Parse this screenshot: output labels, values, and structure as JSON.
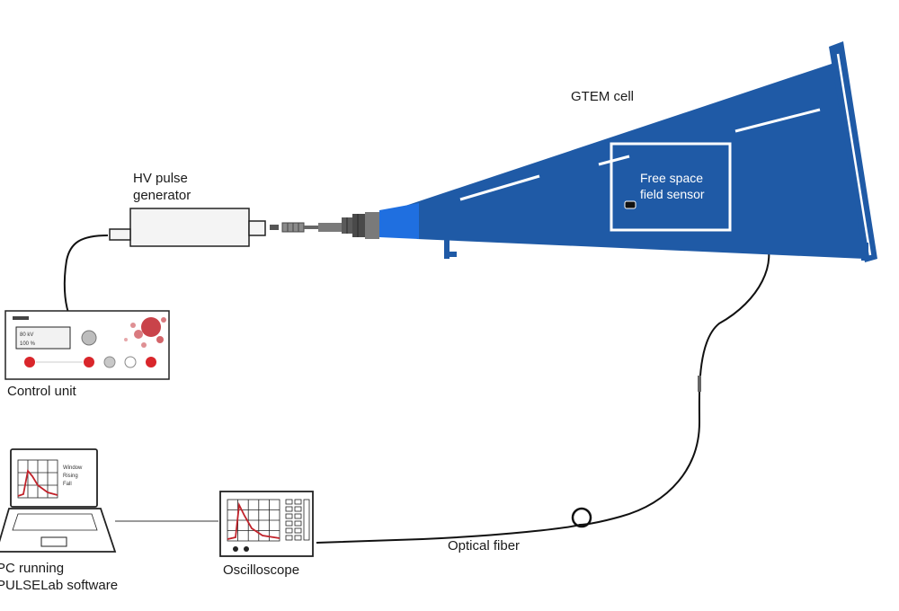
{
  "labels": {
    "gtem": "GTEM cell",
    "sensor_line1": "Free space",
    "sensor_line2": "field sensor",
    "pulser_line1": "HV pulse",
    "pulser_line2": "generator",
    "control_unit": "Control unit",
    "pc_line1": "PC running",
    "pc_line2": "PULSELab software",
    "oscilloscope": "Oscilloscope",
    "fiber": "Optical fiber"
  },
  "control_panel": {
    "display_line1": "80 kV",
    "display_line2": "100 %"
  },
  "laptop_screen": {
    "line1": "Window",
    "line2": "Rising",
    "line3": "Fall"
  },
  "colors": {
    "gtem_blue": "#1f5aa6",
    "connector_blue": "#1f6fe0",
    "trace_red": "#c0222a",
    "button_red": "#d9262b",
    "cable": "#111111",
    "link_gray": "#9a9a9a"
  }
}
